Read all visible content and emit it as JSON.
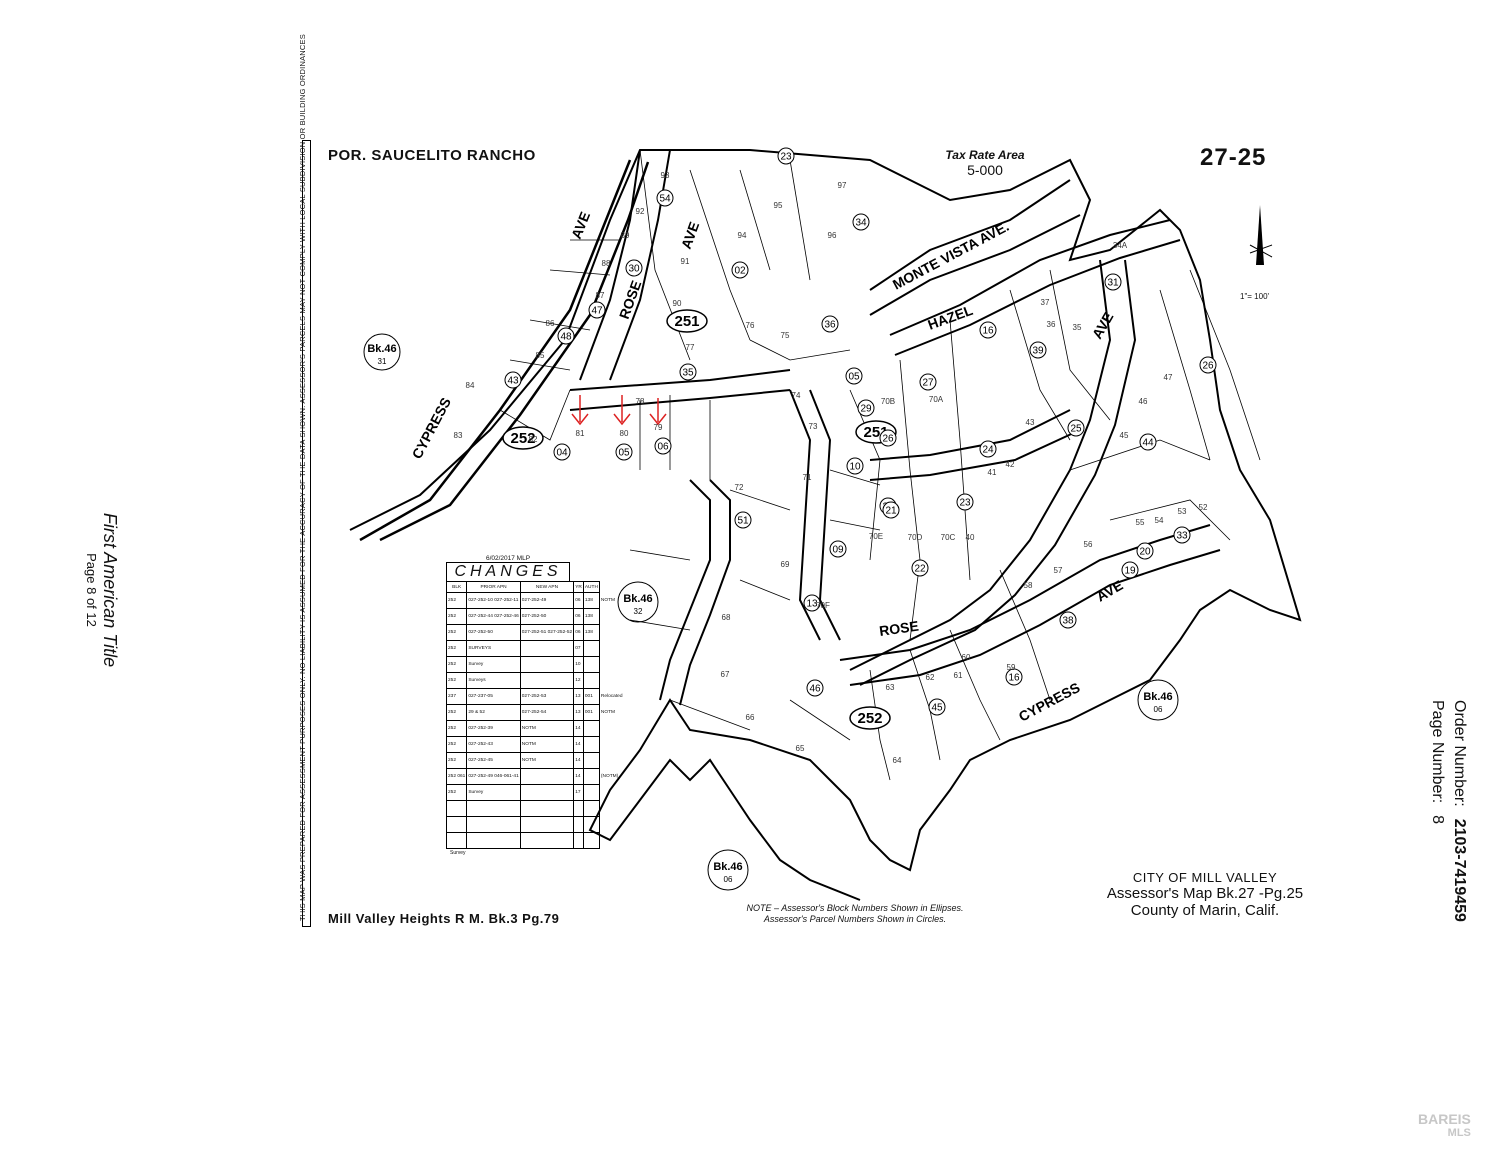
{
  "sidebar_left": {
    "brand": "First American Title",
    "page": "Page 8 of 12"
  },
  "sidebar_right": {
    "order_label": "Order Number:",
    "order_value": "2103-7419459",
    "page_label": "Page Number:",
    "page_value": "8"
  },
  "disclaimer": "THIS MAP WAS PREPARED FOR ASSESSMENT PURPOSES ONLY. NO LIABILITY IS ASSUMED FOR THE ACCURACY OF THE DATA SHOWN. ASSESSOR'S PARCELS MAY NOT COMPLY WITH LOCAL SUBDIVISION OR BUILDING ORDINANCES",
  "map": {
    "title": "POR. SAUCELITO RANCHO",
    "tax_rate_label": "Tax Rate Area",
    "tax_rate_value": "5-000",
    "page_code": "27-25",
    "scale": "1\"= 100'",
    "streets": {
      "cypress_upper": "CYPRESS",
      "ave_upper": "AVE",
      "rose_upper": "ROSE",
      "ave_rose": "AVE",
      "monte_vista": "MONTE     VISTA     AVE.",
      "hazel": "HAZEL",
      "ave_hazel": "AVE",
      "rose_lower": "ROSE",
      "cypress_lower": "CYPRESS",
      "ave_lower": "AVE"
    },
    "blocks": [
      {
        "name": "Bk.46",
        "sub": "31"
      },
      {
        "name": "Bk.46",
        "sub": "32"
      },
      {
        "name": "Bk.46",
        "sub": "06"
      },
      {
        "name": "Bk.46",
        "sub": "06"
      }
    ],
    "block_ellipses": [
      "251",
      "252",
      "251",
      "252"
    ],
    "circles": [
      "23",
      "54",
      "34",
      "30",
      "02",
      "47",
      "48",
      "35",
      "36",
      "43",
      "05",
      "29",
      "26",
      "27",
      "16",
      "31",
      "39",
      "25",
      "04",
      "05",
      "06",
      "10",
      "28",
      "24",
      "21",
      "23",
      "22",
      "51",
      "09",
      "13",
      "46",
      "45",
      "16",
      "38",
      "19",
      "20",
      "33",
      "26",
      "44"
    ],
    "lots": [
      "93",
      "92",
      "89",
      "88",
      "87",
      "86",
      "85",
      "84",
      "83",
      "82",
      "81",
      "80",
      "79",
      "97",
      "95",
      "96",
      "94",
      "91",
      "90",
      "77",
      "76",
      "75",
      "78",
      "74",
      "73",
      "72",
      "71",
      "69",
      "70F",
      "70E",
      "70D",
      "70C",
      "70B",
      "70A",
      "68",
      "67",
      "66",
      "65",
      "64",
      "63",
      "62",
      "61",
      "60",
      "59",
      "58",
      "57",
      "56",
      "55",
      "54",
      "53",
      "52",
      "47",
      "46",
      "45",
      "43",
      "42",
      "41",
      "40",
      "37",
      "36",
      "35",
      "34A"
    ]
  },
  "changes": {
    "date": "6/02/2017  MLP",
    "title": "CHANGES",
    "columns": [
      "BLK",
      "PRIOR APN",
      "NEW APN",
      "YR",
      "AUTH"
    ],
    "rows": [
      [
        "252",
        "027-252-10 027-252-11",
        "027-252-49",
        "06",
        "138",
        "NOTM"
      ],
      [
        "252",
        "027-252-44 027-252-46",
        "027-252-50",
        "06",
        "138",
        ""
      ],
      [
        "252",
        "027-252-50",
        "027-252-51 027-252-52",
        "06",
        "138",
        ""
      ],
      [
        "252",
        "SURVEYS",
        "",
        "07",
        "",
        ""
      ],
      [
        "252",
        "Survey",
        "",
        "10",
        "",
        ""
      ],
      [
        "252",
        "Surveys",
        "",
        "12",
        "",
        ""
      ],
      [
        "237",
        "027-237-05",
        "027-252-53",
        "13",
        "001",
        "Relocated"
      ],
      [
        "252",
        "29 & 52",
        "027-252-54",
        "13",
        "001",
        "NOTM"
      ],
      [
        "252",
        "027-252-39",
        "NOTM",
        "14",
        "",
        ""
      ],
      [
        "252",
        "027-252-43",
        "NOTM",
        "14",
        "",
        ""
      ],
      [
        "252",
        "027-252-45",
        "NOTM",
        "14",
        "",
        ""
      ],
      [
        "252 061",
        "027-252-49 046-061-41",
        "",
        "14",
        "",
        "(NOTM)"
      ],
      [
        "252",
        "Survey",
        "",
        "17",
        "",
        ""
      ],
      [
        "",
        "",
        "",
        "",
        "",
        ""
      ],
      [
        "",
        "",
        "",
        "",
        "",
        ""
      ],
      [
        "",
        "",
        "",
        "",
        "",
        ""
      ]
    ],
    "footer": "Survey"
  },
  "footer": {
    "subdivision": "Mill  Valley  Heights  R M.  Bk.3  Pg.79",
    "note_1": "NOTE – Assessor's Block Numbers Shown in Ellipses.",
    "note_2": "Assessor's Parcel Numbers Shown in Circles.",
    "city": "CITY OF MILL VALLEY",
    "assessor_map": "Assessor's Map Bk.27 -Pg.25",
    "county": "County of Marin,  Calif."
  },
  "logo": {
    "line1": "BAREIS",
    "line2": "MLS"
  }
}
